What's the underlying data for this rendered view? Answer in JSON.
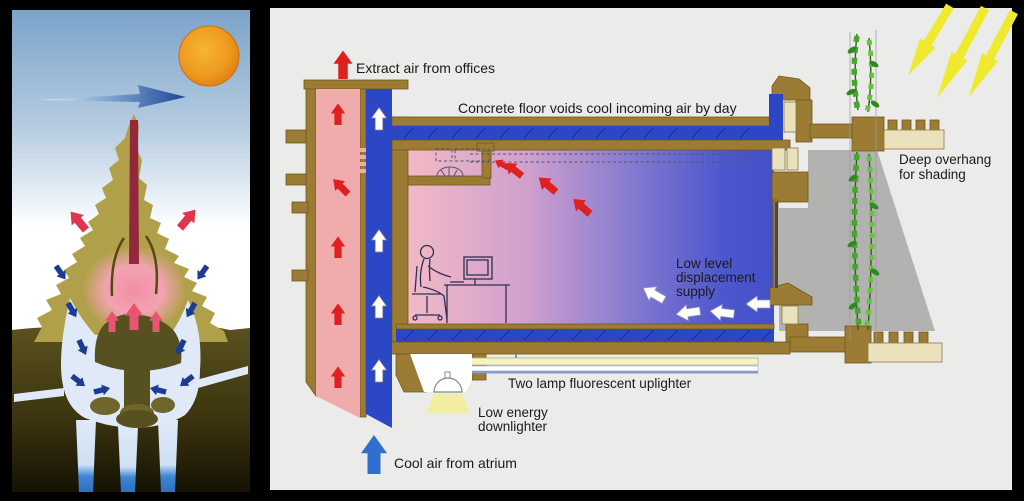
{
  "panels": {
    "left": {
      "title": "termite-mound-ventilation-illustration",
      "colors": {
        "sky_top": "#7ba3c9",
        "sun": "#f2a21d",
        "mound": "#b1a04a",
        "ground": "#4f4716",
        "warm_air_arrow": "#e85570",
        "cool_air_arrow": "#1c3c94",
        "ground_water": "#3f86d2",
        "wind_arrow_dark": "#1d4796"
      }
    },
    "right": {
      "title": "building-section-passive-cooling-diagram",
      "labels": {
        "extract_air": "Extract air from offices",
        "concrete_voids": "Concrete floor voids cool incoming air by day",
        "deep_overhang_1": "Deep overhang",
        "deep_overhang_2": "for shading",
        "displacement_1": "Low level",
        "displacement_2": "displacement",
        "displacement_3": "supply",
        "uplighter": "Two lamp fluorescent uplighter",
        "downlighter_1": "Low energy",
        "downlighter_2": "downlighter",
        "cool_air": "Cool air from atrium"
      },
      "colors": {
        "background": "#ebebe9",
        "extract_shaft": "#f0acac",
        "supply_air": "#2b47c6",
        "structure_brown": "#9c7c35",
        "warm_arrow_red": "#e02020",
        "cool_arrow_blue": "#2f6fd0",
        "sun_ray_yellow": "#efe92f",
        "shadow_grey": "#b2b2b0",
        "foliage_green": "#46a52c",
        "overhang_cream": "#ece1bd"
      }
    }
  }
}
